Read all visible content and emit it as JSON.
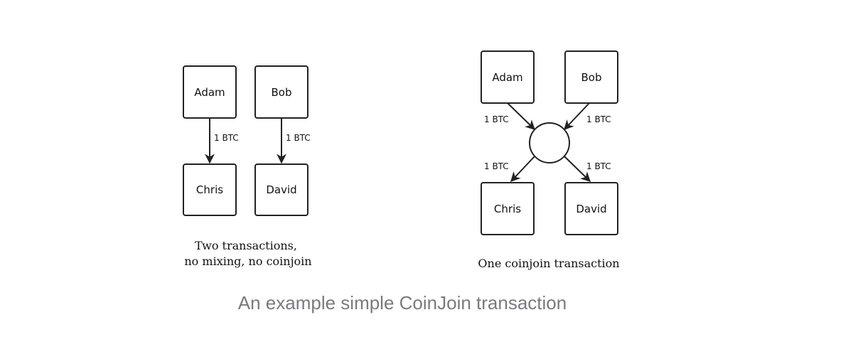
{
  "left_panel": {
    "nodes": {
      "adam": "Adam",
      "bob": "Bob",
      "chris": "Chris",
      "david": "David"
    },
    "edges": {
      "adam_to_chris": "1 BTC",
      "bob_to_david": "1 BTC"
    },
    "caption_line1": "Two transactions,",
    "caption_line2": "no mixing, no coinjoin"
  },
  "right_panel": {
    "nodes": {
      "adam": "Adam",
      "bob": "Bob",
      "chris": "Chris",
      "david": "David"
    },
    "edges": {
      "adam_in": "1 BTC",
      "bob_in": "1 BTC",
      "chris_out": "1 BTC",
      "david_out": "1 BTC"
    },
    "caption": "One coinjoin transaction"
  },
  "figure_caption": "An example simple CoinJoin transaction"
}
